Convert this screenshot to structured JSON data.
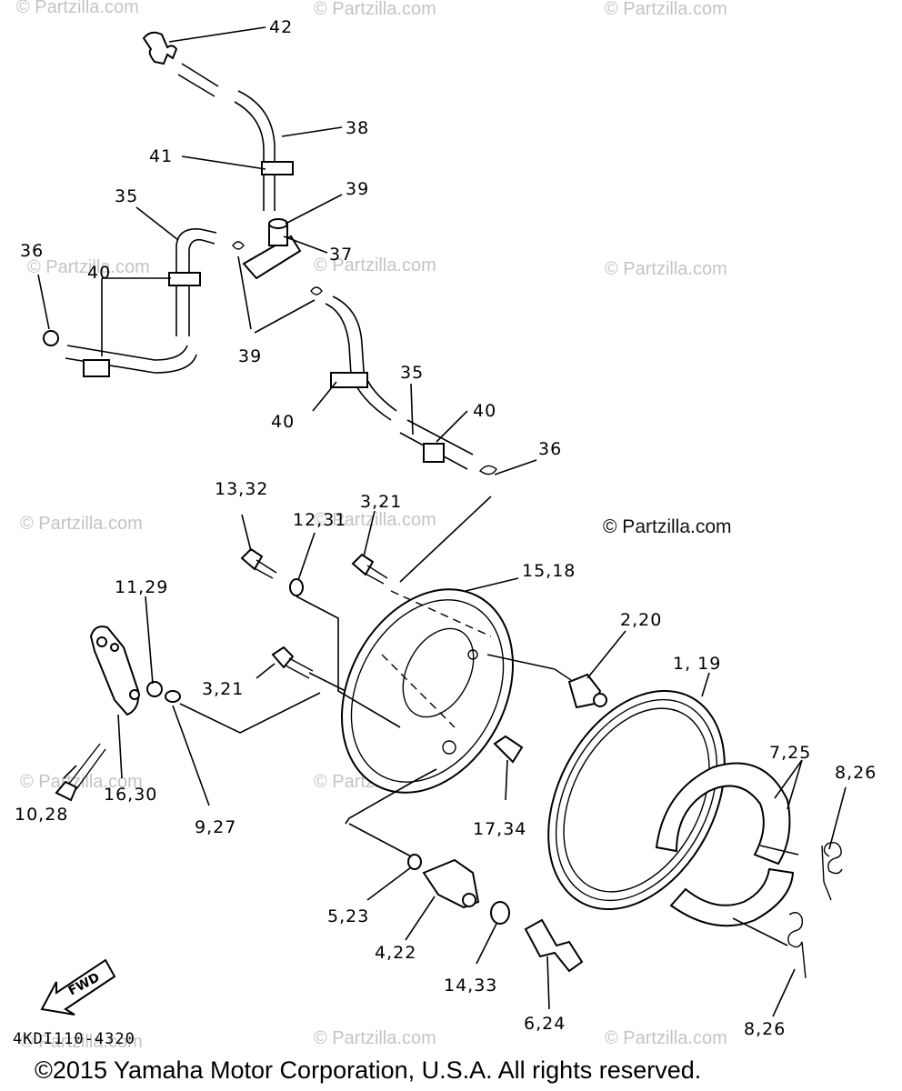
{
  "watermark": "© Partzilla.com",
  "watermark_primary": "© Partzilla.com",
  "diagram_code": "4KDI110-4320",
  "fwd_label": "FWD",
  "copyright": "©2015  Yamaha Motor Corporation, U.S.A. All rights reserved.",
  "callouts": {
    "c42": "42",
    "c38": "38",
    "c41": "41",
    "c39a": "39",
    "c35a": "35",
    "c37": "37",
    "c36a": "36",
    "c40a": "40",
    "c39b": "39",
    "c40b": "40",
    "c35b": "35",
    "c40c": "40",
    "c36b": "36",
    "c13_32": "13,32",
    "c12_31": "12,31",
    "c3_21a": "3,21",
    "c15_18": "15,18",
    "c11_29": "11,29",
    "c2_20": "2,20",
    "c3_21b": "3,21",
    "c1_19": "1, 19",
    "c7_25": "7,25",
    "c8_26a": "8,26",
    "c16_30": "16,30",
    "c10_28": "10,28",
    "c9_27": "9,27",
    "c17_34": "17,34",
    "c5_23": "5,23",
    "c4_22": "4,22",
    "c14_33": "14,33",
    "c6_24": "6,24",
    "c8_26b": "8,26"
  }
}
